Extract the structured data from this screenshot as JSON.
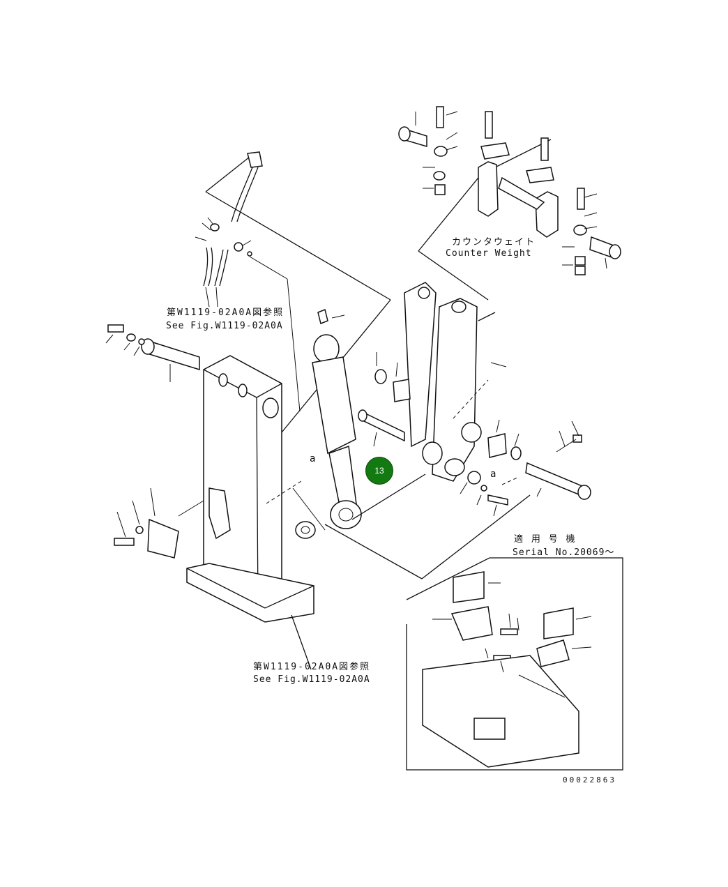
{
  "labels": {
    "counterweight_jp": "カウンタウェイト",
    "counterweight_en": "Counter Weight",
    "ref_top_jp": "第W1119-02A0A図参照",
    "ref_top_en": "See Fig.W1119-02A0A",
    "ref_bottom_jp": "第W1119-02A0A図参照",
    "ref_bottom_en": "See Fig.W1119-02A0A",
    "serial_jp": "適 用 号 機",
    "serial_en": "Serial No.20069～",
    "view_a_left": "a",
    "view_a_right": "a",
    "drawing_number": "00022863"
  },
  "callouts": [
    {
      "id": "13",
      "label": "13"
    }
  ],
  "colors": {
    "line": "#111111",
    "callout_fill": "#137a12"
  }
}
